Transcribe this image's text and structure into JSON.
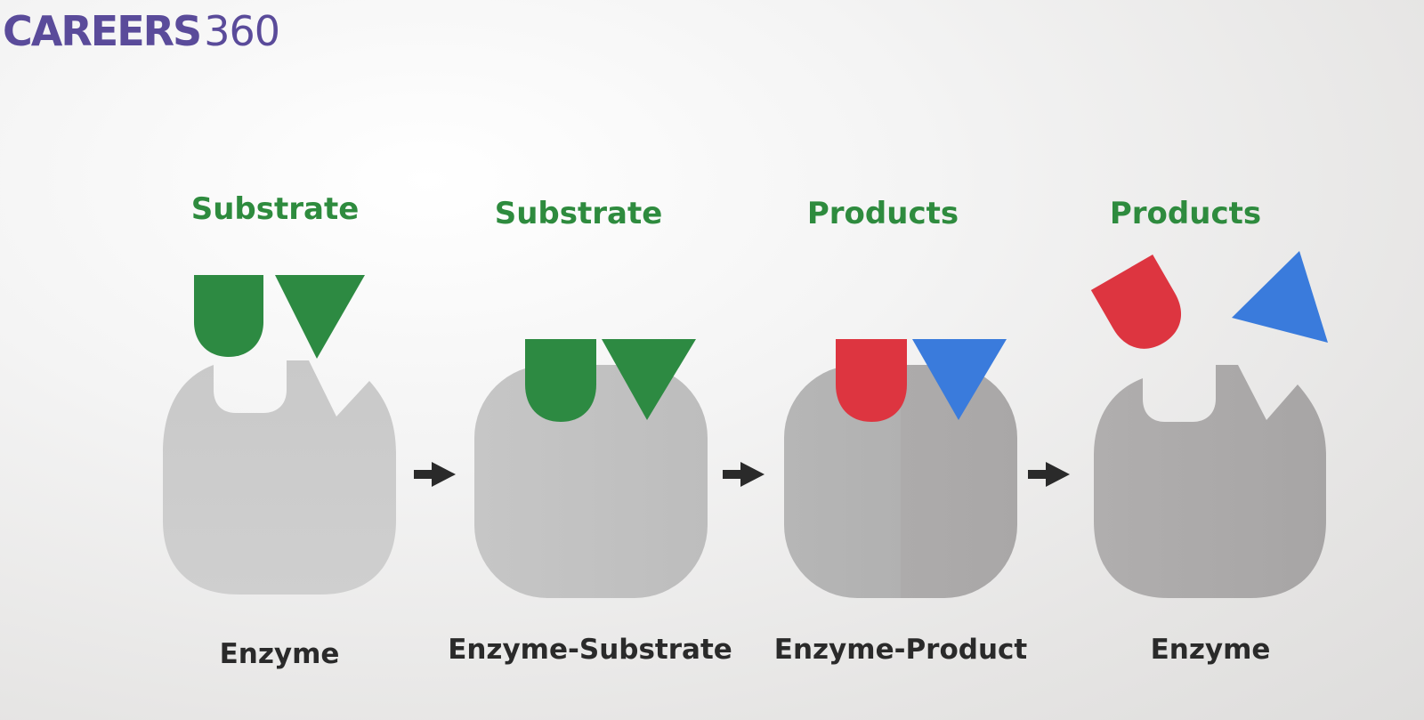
{
  "logo": {
    "brand_text": "CAREERS",
    "brand_number": "360",
    "color": "#5a4b9a"
  },
  "stages": [
    {
      "top_label": "Substrate",
      "bottom_label": "Enzyme"
    },
    {
      "top_label": "Substrate",
      "bottom_label": "Enzyme-Substrate"
    },
    {
      "top_label": "Products",
      "bottom_label": "Enzyme-Product"
    },
    {
      "top_label": "Products",
      "bottom_label": "Enzyme"
    }
  ],
  "colors": {
    "label_green": "#2e8b3e",
    "substrate_green": "#2d8a42",
    "product_red": "#dd3540",
    "product_blue": "#3a7bdc",
    "enzyme_gray": "#c4c4c4",
    "arrow": "#2a2a2a"
  },
  "icons": [
    "arrow-right-icon",
    "arrow-right-icon",
    "arrow-right-icon"
  ]
}
